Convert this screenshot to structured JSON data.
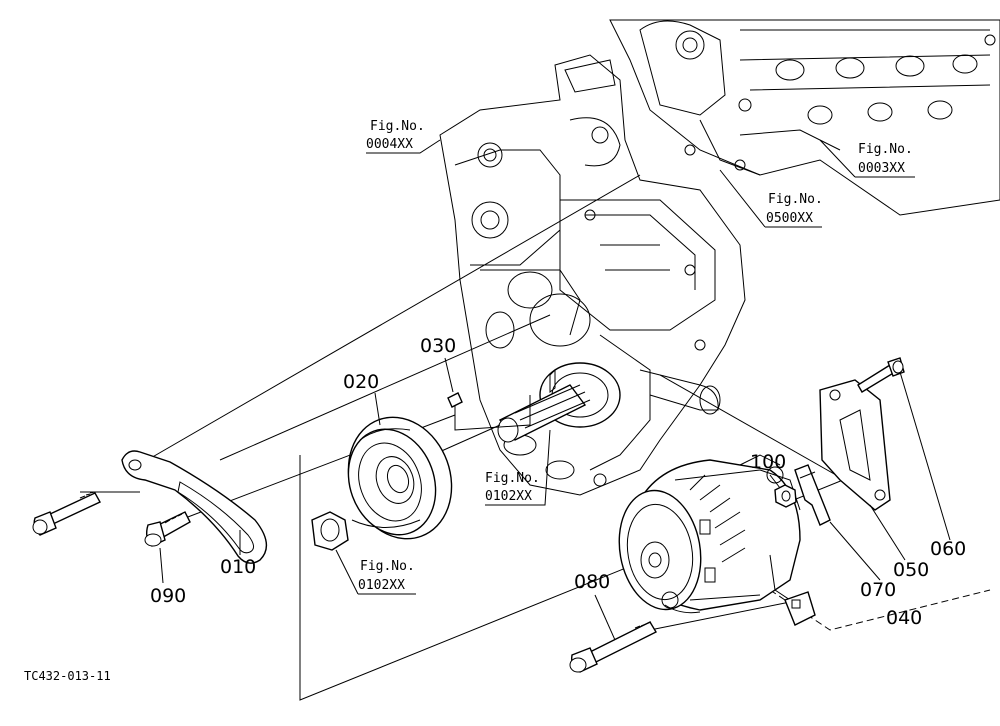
{
  "parts": [
    {
      "id": "p010",
      "label": "010"
    },
    {
      "id": "p020",
      "label": "020"
    },
    {
      "id": "p030",
      "label": "030"
    },
    {
      "id": "p040",
      "label": "040"
    },
    {
      "id": "p050",
      "label": "050"
    },
    {
      "id": "p060",
      "label": "060"
    },
    {
      "id": "p070",
      "label": "070"
    },
    {
      "id": "p080",
      "label": "080"
    },
    {
      "id": "p090",
      "label": "090"
    },
    {
      "id": "p100",
      "label": "100"
    }
  ],
  "figure_refs": [
    {
      "id": "f0004",
      "line1": "Fig.No.",
      "line2": "0004XX"
    },
    {
      "id": "f0003",
      "line1": "Fig.No.",
      "line2": "0003XX"
    },
    {
      "id": "f0500",
      "line1": "Fig.No.",
      "line2": "0500XX"
    },
    {
      "id": "f0102a",
      "line1": "Fig.No.",
      "line2": "0102XX"
    },
    {
      "id": "f0102b",
      "line1": "Fig.No.",
      "line2": "0102XX"
    }
  ],
  "drawing_code": "TC432-013-11"
}
